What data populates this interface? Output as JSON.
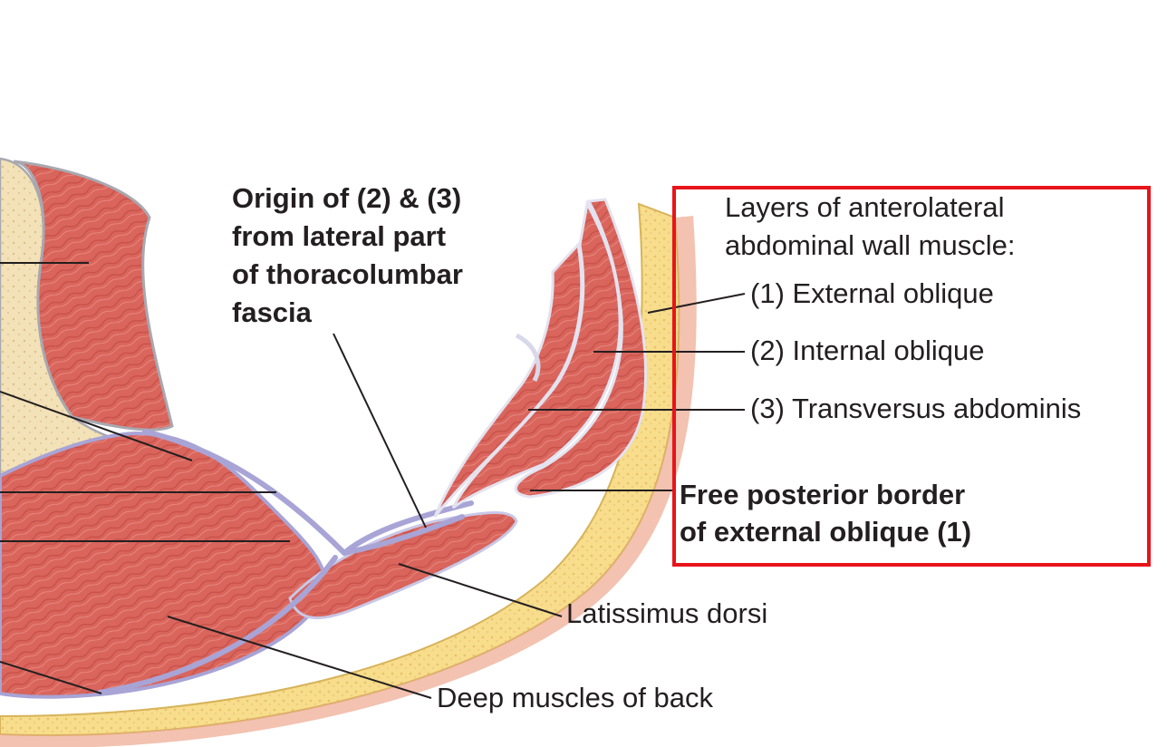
{
  "labels": {
    "origin_lines": [
      "Origin of (2) & (3)",
      "from lateral part",
      "of thoracolumbar",
      "fascia"
    ],
    "layers_title_lines": [
      "Layers of anterolateral",
      "abdominal wall muscle:"
    ],
    "layer_1": "(1) External oblique",
    "layer_2": "(2) Internal oblique",
    "layer_3": "(3) Transversus abdominis",
    "free_border_lines": [
      "Free posterior border",
      "of external oblique (1)"
    ],
    "latissimus": "Latissimus dorsi",
    "deep_muscles": "Deep muscles of back"
  },
  "colors": {
    "muscle": "#d9655c",
    "muscle_dark": "#c04a44",
    "fat": "#f7dd8c",
    "fat_dark": "#e9c46a",
    "bone": "#f3e2b8",
    "fascia": "#a9a4d6",
    "highlight_box": "#e8141b",
    "text": "#231f20"
  }
}
